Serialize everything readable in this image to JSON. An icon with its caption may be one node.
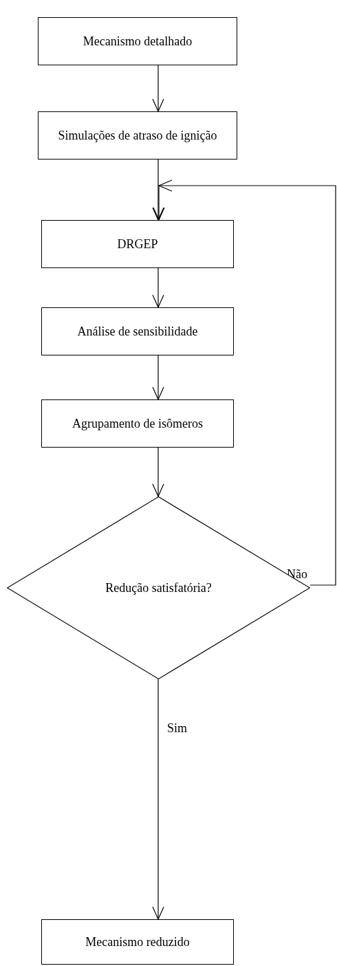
{
  "diagram": {
    "nodes": [
      {
        "text": [
          "Mecanismo detalhado"
        ]
      },
      {
        "text": [
          "Simulações de atraso de ignição"
        ]
      },
      {
        "text": [
          "DRGEP"
        ]
      },
      {
        "text": [
          "Análise de sensibilidade"
        ]
      },
      {
        "text": [
          "Agrupamento de isômeros"
        ]
      },
      {
        "text": [
          "Redução satisfatória?"
        ]
      },
      {
        "text": [
          "Mecanismo reduzido"
        ]
      }
    ],
    "edges": [
      {
        "from": 0,
        "to": 1,
        "arrow": "to"
      },
      {
        "from": 1,
        "to": 2,
        "arrow": "to"
      },
      {
        "from": 2,
        "to": 3,
        "arrow": "to"
      },
      {
        "from": 3,
        "to": 4,
        "arrow": "to"
      },
      {
        "from": 4,
        "to": 5,
        "arrow": "to"
      },
      {
        "from": 5,
        "to": 2,
        "arrow": "to",
        "label": "Não"
      },
      {
        "from": 5,
        "to": 6,
        "arrow": "to",
        "label": "Sim"
      }
    ]
  }
}
